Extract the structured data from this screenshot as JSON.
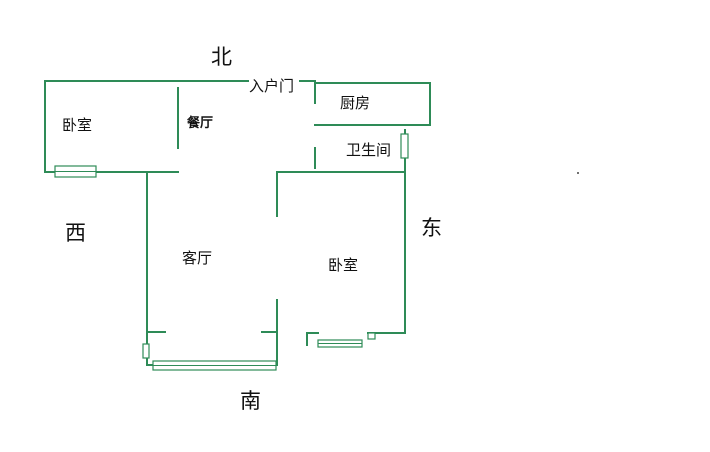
{
  "compass": {
    "north": "北",
    "south": "南",
    "east": "东",
    "west": "西"
  },
  "rooms": {
    "bedroom_west": "卧室",
    "dining": "餐厅",
    "entrance": "入户门",
    "kitchen": "厨房",
    "bathroom": "卫生间",
    "living": "客厅",
    "bedroom_east": "卧室"
  },
  "colors": {
    "wall": "#2e8b57",
    "text": "#111111",
    "background": "#ffffff"
  }
}
